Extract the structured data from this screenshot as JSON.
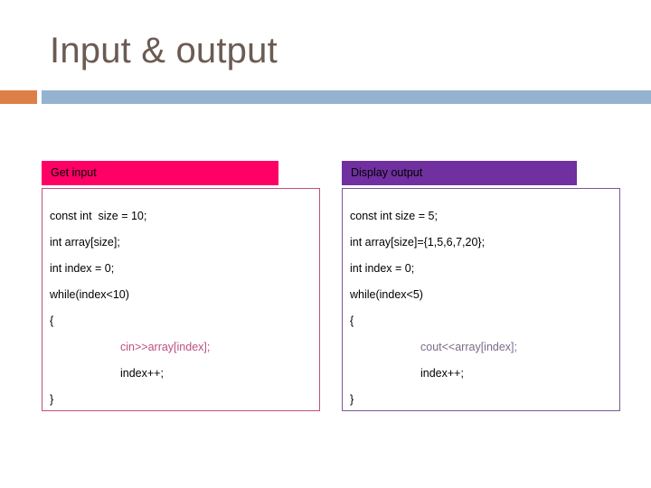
{
  "slide": {
    "title": "Input & output",
    "accent_orange": "#DD8047",
    "accent_blue": "#94B3D1",
    "title_color": "#6B5B53"
  },
  "columns": [
    {
      "id": "input",
      "header_label": "Get input",
      "header_bg": "#FF0066",
      "border_color": "#C0507F",
      "lines": [
        {
          "text": "const int  size = 10;",
          "indent": false,
          "color": "#000000"
        },
        {
          "text": "int array[size];",
          "indent": false,
          "color": "#000000"
        },
        {
          "text": "int index = 0;",
          "indent": false,
          "color": "#000000"
        },
        {
          "text": "while(index<10)",
          "indent": false,
          "color": "#000000"
        },
        {
          "text": "{",
          "indent": false,
          "color": "#000000"
        },
        {
          "text": "cin>>array[index];",
          "indent": true,
          "color": "#BE4E7F"
        },
        {
          "text": "index++;",
          "indent": true,
          "color": "#000000"
        },
        {
          "text": "}",
          "indent": false,
          "color": "#000000"
        }
      ]
    },
    {
      "id": "output",
      "header_label": "Display output",
      "header_bg": "#7030A0",
      "border_color": "#7A5A95",
      "lines": [
        {
          "text": "const int size = 5;",
          "indent": false,
          "color": "#000000"
        },
        {
          "text": "int array[size]={1,5,6,7,20};",
          "indent": false,
          "color": "#000000"
        },
        {
          "text": "int index = 0;",
          "indent": false,
          "color": "#000000"
        },
        {
          "text": "while(index<5)",
          "indent": false,
          "color": "#000000"
        },
        {
          "text": "{",
          "indent": false,
          "color": "#000000"
        },
        {
          "text": "cout<<array[index];",
          "indent": true,
          "color": "#7A6A8A"
        },
        {
          "text": "index++;",
          "indent": true,
          "color": "#000000"
        },
        {
          "text": "}",
          "indent": false,
          "color": "#000000"
        }
      ]
    }
  ]
}
